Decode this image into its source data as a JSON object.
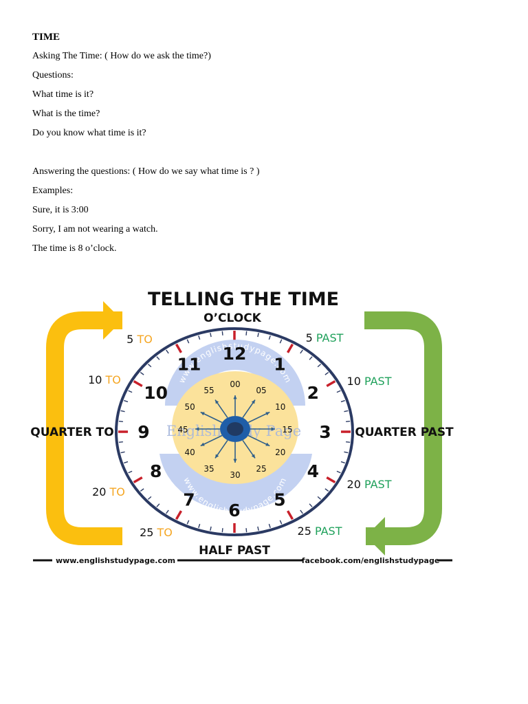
{
  "document": {
    "title": "TIME",
    "asking_heading": "Asking The Time: ( How do we ask the time?)",
    "questions_label": "Questions:",
    "questions": [
      "What time is it?",
      "What is the time?",
      "Do you know what time is it?"
    ],
    "answering_heading": "Answering the questions: ( How do we say what time is ? )",
    "examples_label": "Examples:",
    "examples": [
      "Sure, it is 3:00",
      "Sorry, I am not wearing a watch.",
      "The time is 8 o’clock."
    ]
  },
  "figure": {
    "title": "TELLING THE TIME",
    "top_label": "O’CLOCK",
    "bottom_label": "HALF PAST",
    "left_label": "QUARTER TO",
    "right_label": "QUARTER PAST",
    "to_labels": [
      {
        "num": "5",
        "word": "TO"
      },
      {
        "num": "10",
        "word": "TO"
      },
      {
        "num": "20",
        "word": "TO"
      },
      {
        "num": "25",
        "word": "TO"
      }
    ],
    "past_labels": [
      {
        "num": "5",
        "word": "PAST"
      },
      {
        "num": "10",
        "word": "PAST"
      },
      {
        "num": "20",
        "word": "PAST"
      },
      {
        "num": "25",
        "word": "PAST"
      }
    ],
    "hour_numbers": [
      "12",
      "1",
      "2",
      "3",
      "4",
      "5",
      "6",
      "7",
      "8",
      "9",
      "10",
      "11"
    ],
    "minute_numbers": [
      "00",
      "05",
      "10",
      "15",
      "20",
      "25",
      "30",
      "35",
      "40",
      "45",
      "50",
      "55"
    ],
    "watermark_top": "www.englishstudypage.com",
    "watermark_middle": "Englishstudy Page",
    "watermark_bottom": "www.englishstudypage.com",
    "footer_left": "www.englishstudypage.com",
    "footer_right": "facebook.com/englishstudypage",
    "colors": {
      "to_arrow": "#fbbf0f",
      "past_arrow": "#7db247",
      "to_text": "#f5a623",
      "past_text": "#1ea05a",
      "rim": "#2b3a63",
      "tick_red": "#c8202a",
      "inner_disc": "#fbe29b",
      "minute_arrows": "#2f5f8a",
      "watermark_band": "#b9c9ef"
    }
  }
}
